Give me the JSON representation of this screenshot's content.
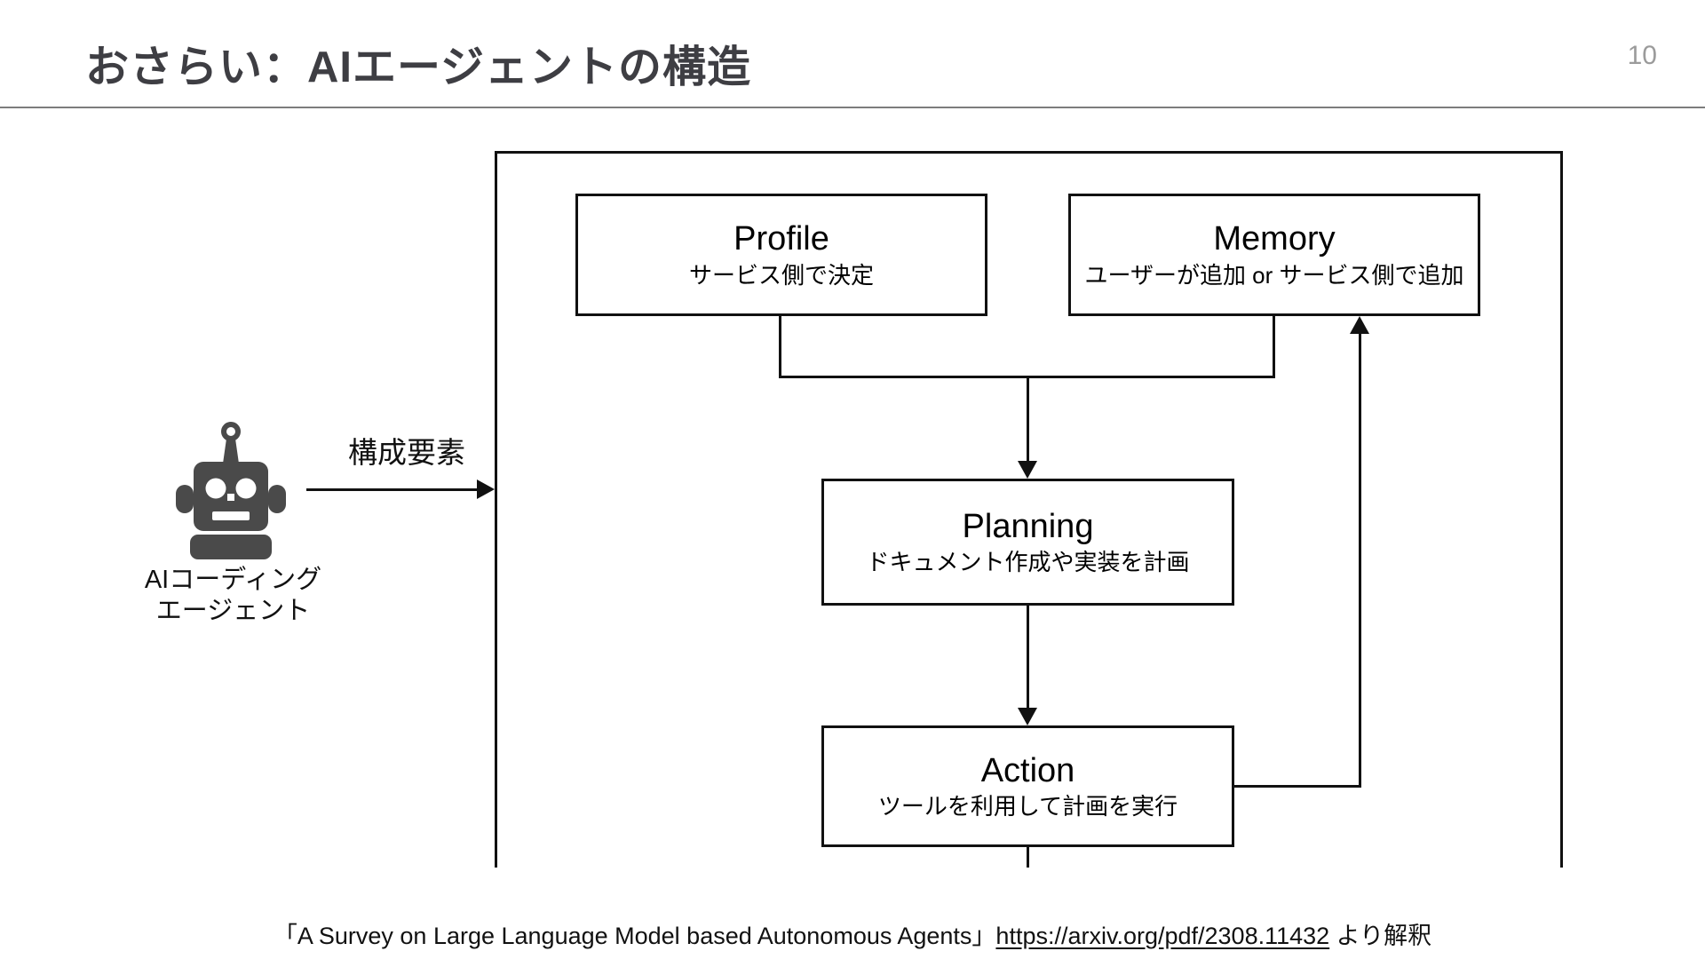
{
  "slide": {
    "title": "おさらい：AIエージェントの構造",
    "page_number": "10"
  },
  "actor": {
    "label_line1": "AIコーディング",
    "label_line2": "エージェント",
    "arrow_label": "構成要素"
  },
  "diagram": {
    "boxes": [
      {
        "id": "profile",
        "title": "Profile",
        "subtitle": "サービス側で決定"
      },
      {
        "id": "memory",
        "title": "Memory",
        "subtitle": "ユーザーが追加 or サービス側で追加"
      },
      {
        "id": "planning",
        "title": "Planning",
        "subtitle": "ドキュメント作成や実装を計画"
      },
      {
        "id": "action",
        "title": "Action",
        "subtitle": "ツールを利用して計画を実行"
      }
    ]
  },
  "footer": {
    "source_title": "「A Survey on Large Language Model based Autonomous Agents」",
    "link_text": "https://arxiv.org/pdf/2308.11432",
    "suffix": " より解釈"
  },
  "colors": {
    "title_text": "#3e3e43",
    "diagram_line": "#111111",
    "page_number": "#9b9b9b",
    "divider": "#7d7d7d",
    "robot": "#4a4a4a"
  }
}
